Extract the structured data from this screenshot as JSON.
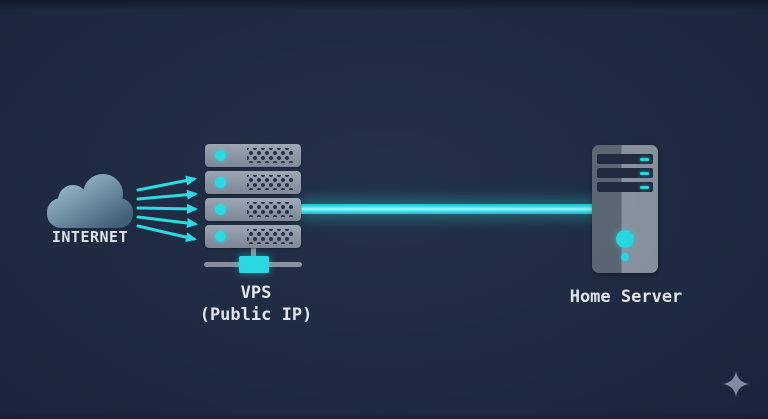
{
  "internet": {
    "label": "INTERNET"
  },
  "vps": {
    "label_line1": "VPS",
    "label_line2": "(Public IP)",
    "unit_count": 4
  },
  "home_server": {
    "label": "Home Server",
    "drive_bay_count": 3
  },
  "connection": {
    "type": "tunnel-line"
  },
  "icons": {
    "cloud": "internet-cloud-icon",
    "arrows": "traffic-arrows-icon",
    "sparkle": "four-point-star-icon"
  },
  "colors": {
    "accent_cyan": "#25e0e9",
    "bg": "#1c2a43",
    "text": "#edf1f6",
    "server_gray": "#98a1b0"
  }
}
